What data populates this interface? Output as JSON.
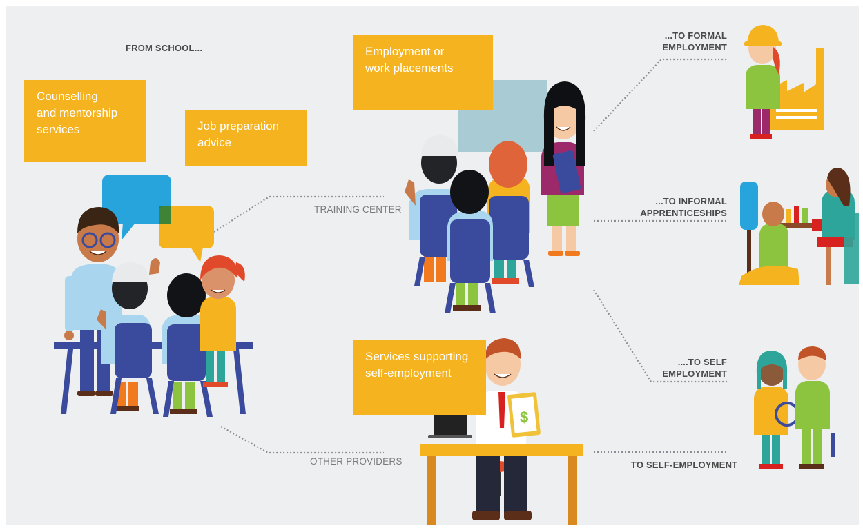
{
  "stages": {
    "from_school": "FROM SCHOOL...",
    "training_center": "TRAINING CENTER",
    "other_providers": "OTHER PROVIDERS"
  },
  "services": {
    "counselling": "Counselling\nand mentorship\nservices",
    "job_prep": "Job preparation\nadvice",
    "employment": "Employment or\nwork placements",
    "self_employment_support": "Services supporting\nself-employment"
  },
  "outcomes": {
    "formal": "...TO FORMAL\nEMPLOYMENT",
    "informal": "...TO INFORMAL\nAPPRENTICESHIPS",
    "self": "....TO SELF\nEMPLOYMENT",
    "self_employment": "TO SELF-EMPLOYMENT"
  },
  "colors": {
    "accent_yellow": "#f4b31f",
    "background": "#eeeff1",
    "navy": "#3a4a9c",
    "sky_blue": "#27a4dc",
    "skin": "#c87a4a",
    "green": "#8cc43f",
    "dotted_line": "#8a8d94"
  },
  "icons": {
    "dollar_document": "$"
  }
}
